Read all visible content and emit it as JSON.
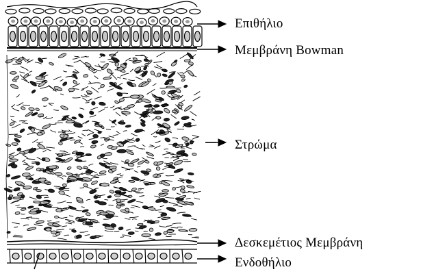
{
  "labels": {
    "epithelium": "Επιθήλιο",
    "bowman": "Μεμβράνη Bowman",
    "stroma": "Στρώμα",
    "descemet": "Δεσκεμέτιος Μεμβράνη",
    "endothelium": "Ενδοθήλιο"
  },
  "colors": {
    "ink": "#000000",
    "background": "#ffffff",
    "cell_fill": "#bdbdbd"
  }
}
